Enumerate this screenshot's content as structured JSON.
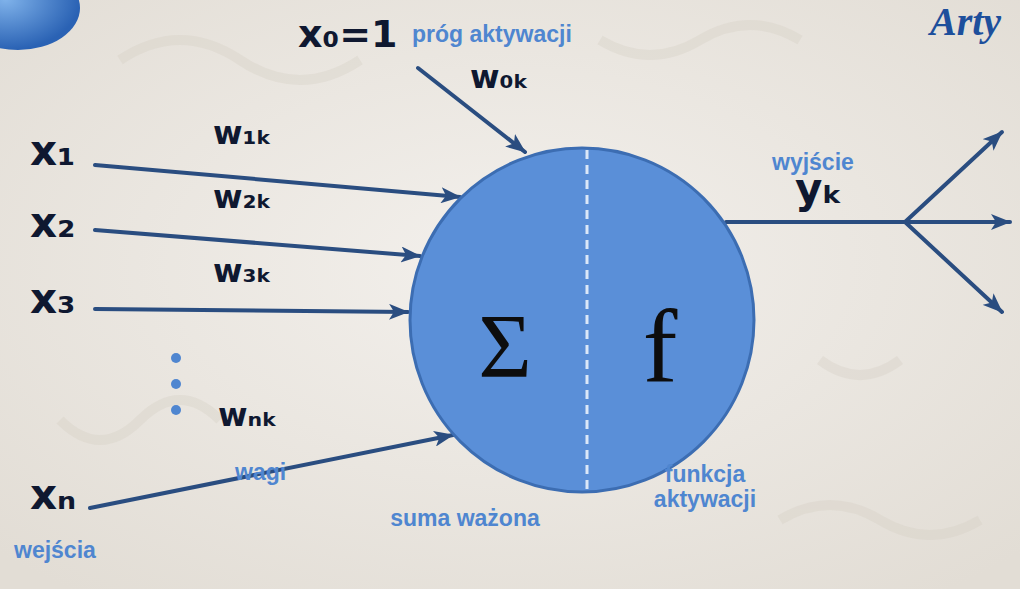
{
  "diagram": {
    "nodes": [
      {
        "text": [
          "Σ",
          "f"
        ]
      }
    ],
    "labels": [
      "x₀=1",
      "próg aktywacji",
      "w₀ₖ",
      "Arty",
      "x₁",
      "w₁ₖ",
      "wyjście",
      "yₖ",
      "x₂",
      "w₂ₖ",
      "x₃",
      "w₃ₖ",
      "wₙₖ",
      "funkcja aktywacji",
      "wagi",
      "xₙ",
      "suma ważona",
      "wejścia"
    ]
  }
}
